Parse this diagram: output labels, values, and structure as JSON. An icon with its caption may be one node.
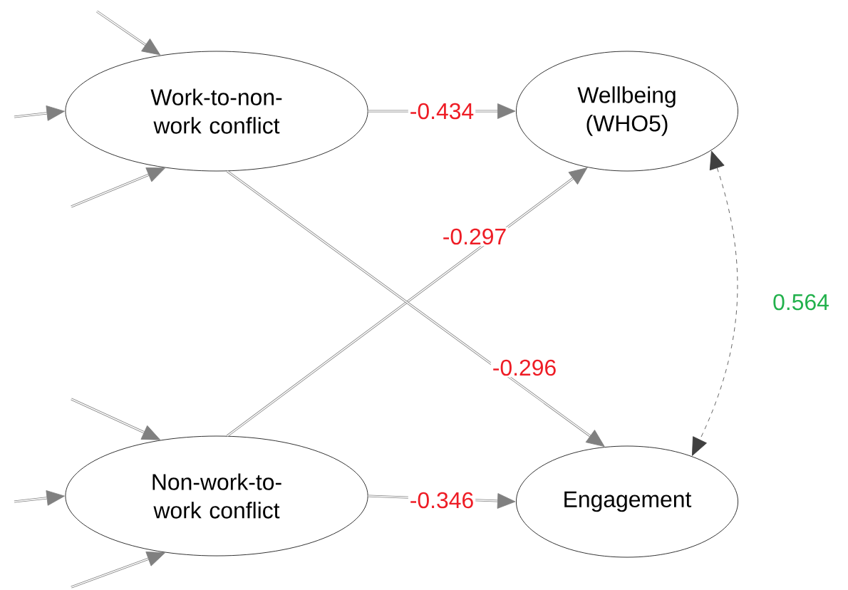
{
  "diagram": {
    "nodes": [
      {
        "text": [
          "Work-to-non-work conflict"
        ]
      },
      {
        "text": [
          "Wellbeing (WHO5)"
        ]
      },
      {
        "text": [
          "Non-work-to-work conflict"
        ]
      },
      {
        "text": [
          "Engagement"
        ]
      }
    ],
    "edges": [
      {
        "from": 0,
        "to": 1,
        "arrow": "to",
        "label": "-0.434"
      },
      {
        "from": 2,
        "to": 1,
        "arrow": "to",
        "label": "-0.297"
      },
      {
        "from": 0,
        "to": 3,
        "arrow": "to",
        "label": "-0.296"
      },
      {
        "from": 2,
        "to": 3,
        "arrow": "to",
        "label": "-0.346"
      },
      {
        "from": 1,
        "to": 3,
        "arrow": "both",
        "label": "0.564",
        "style": "dashed"
      },
      {
        "from": null,
        "to": 0,
        "arrow": "to"
      },
      {
        "from": null,
        "to": 0,
        "arrow": "to"
      },
      {
        "from": null,
        "to": 0,
        "arrow": "to"
      },
      {
        "from": null,
        "to": 2,
        "arrow": "to"
      },
      {
        "from": null,
        "to": 2,
        "arrow": "to"
      },
      {
        "from": null,
        "to": 2,
        "arrow": "to"
      }
    ]
  }
}
